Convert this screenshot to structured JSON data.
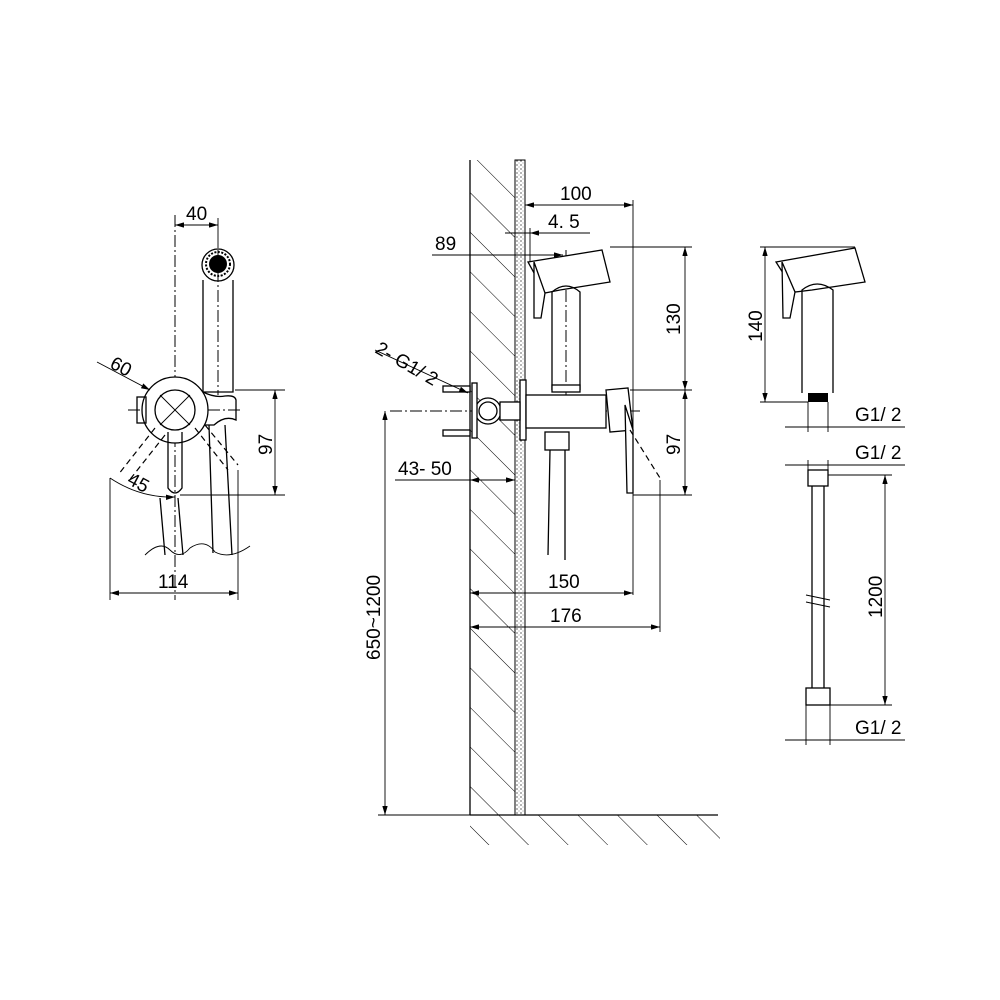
{
  "drawing": {
    "front_view": {
      "dim_width_top": "40",
      "dim_diameter": "60",
      "dim_angle": "45",
      "dim_height": "97",
      "dim_total_width": "114"
    },
    "side_view": {
      "dim_projection": "100",
      "dim_offset": "4. 5",
      "dim_wall_depth": "89",
      "dim_shower_height": "130",
      "dim_connection": "2- G1/ 2",
      "dim_embed": "43- 50",
      "dim_body_height": "97",
      "dim_body_depth": "150",
      "dim_total_depth": "176",
      "dim_install_height": "650~1200"
    },
    "shower_head_view": {
      "dim_height": "140",
      "thread": "G1/ 2"
    },
    "hose_view": {
      "thread_top": "G1/ 2",
      "length": "1200",
      "thread_bottom": "G1/ 2"
    }
  }
}
